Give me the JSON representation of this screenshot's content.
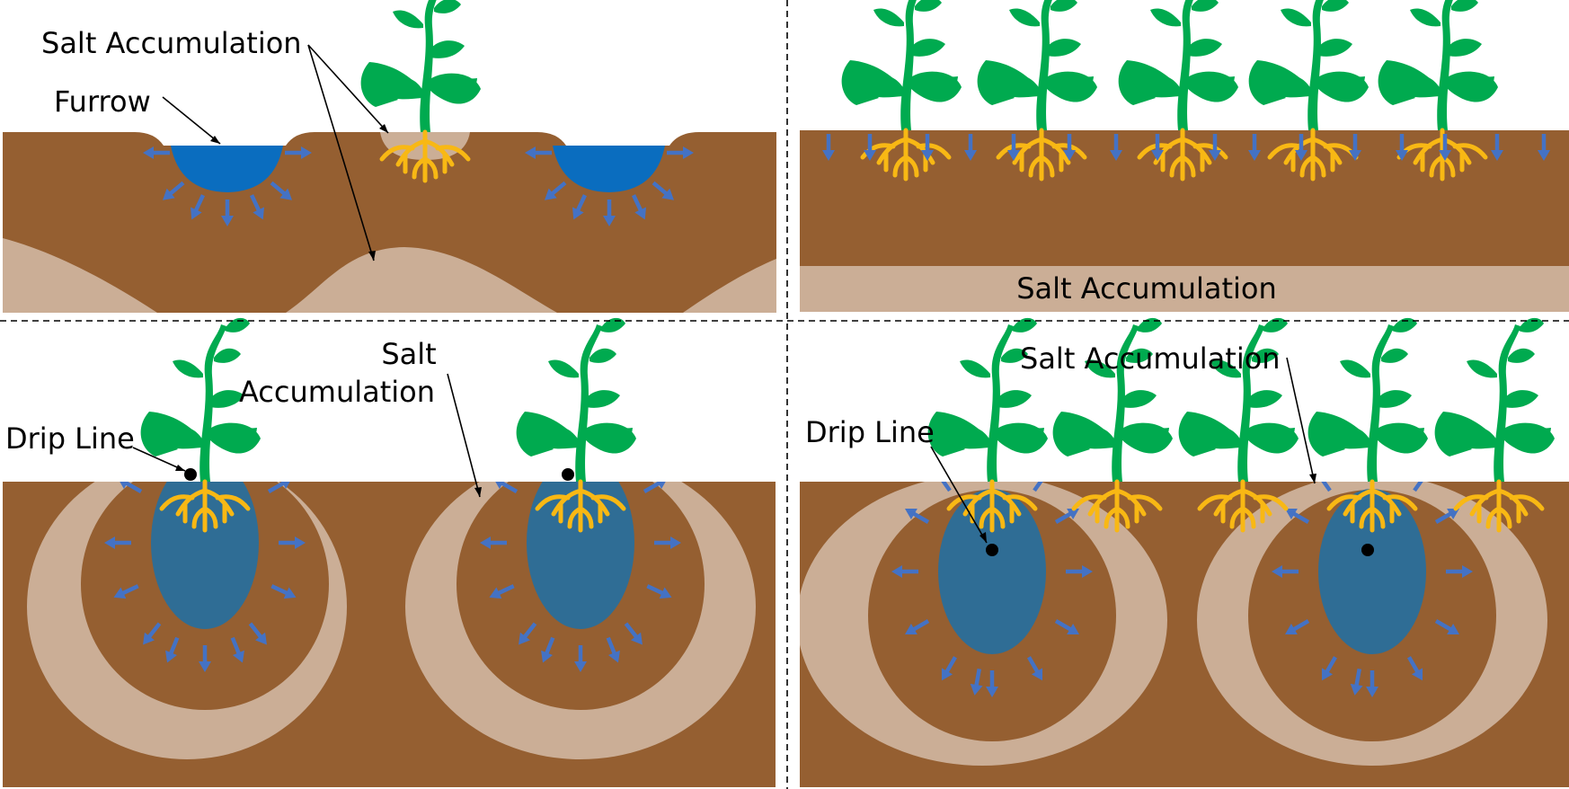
{
  "colors": {
    "soil": "#955F31",
    "salt": "#CBAE96",
    "water_furrow": "#0A6DBF",
    "water_bulb": "#2F6D95",
    "arrow": "#4472C4",
    "stem_leaf": "#00AA4F",
    "root": "#F8B814",
    "label": "#000000",
    "drip_dot": "#000000"
  },
  "icons": {
    "plant": "seedling-icon",
    "root": "root-system-icon",
    "arrow": "water-flow-arrow-icon"
  },
  "panels": {
    "furrow": {
      "labels": {
        "salt_accumulation": "Salt Accumulation",
        "furrow": "Furrow"
      }
    },
    "sprinkler": {
      "labels": {
        "salt_accumulation": "Salt Accumulation"
      }
    },
    "surface_drip": {
      "labels": {
        "drip_line": "Drip Line",
        "salt_line1": "Salt",
        "salt_line2": "Accumulation"
      }
    },
    "subsurface_drip": {
      "labels": {
        "salt_accumulation": "Salt Accumulation",
        "drip_line": "Drip Line"
      }
    }
  }
}
